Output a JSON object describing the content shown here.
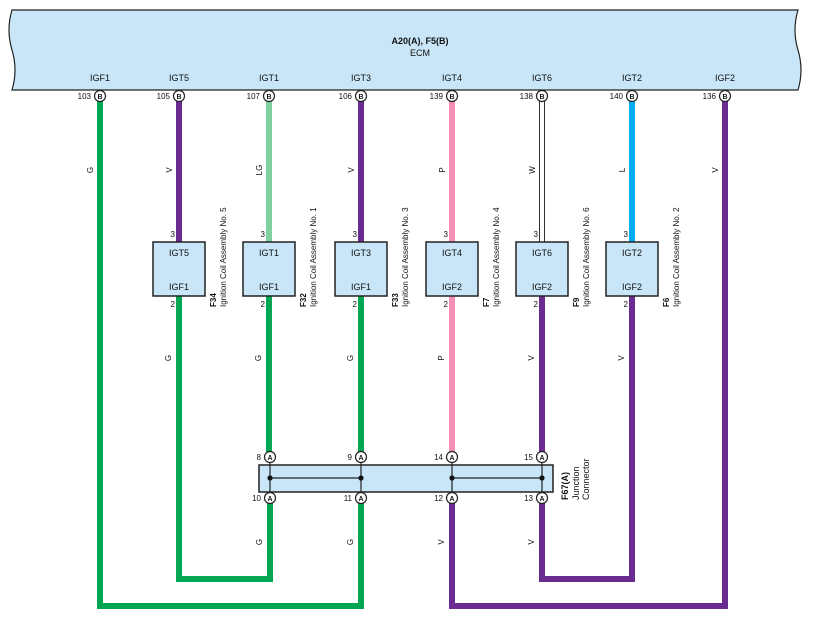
{
  "ecm": {
    "title": "A20(A), F5(B)",
    "name": "ECM"
  },
  "ecm_terminals": [
    {
      "signal": "IGF1",
      "pin": "103",
      "conn": "B",
      "wire": "G"
    },
    {
      "signal": "IGT5",
      "pin": "105",
      "conn": "B",
      "wire": "V"
    },
    {
      "signal": "IGT1",
      "pin": "107",
      "conn": "B",
      "wire": "LG"
    },
    {
      "signal": "IGT3",
      "pin": "106",
      "conn": "B",
      "wire": "V"
    },
    {
      "signal": "IGT4",
      "pin": "139",
      "conn": "B",
      "wire": "P"
    },
    {
      "signal": "IGT6",
      "pin": "138",
      "conn": "B",
      "wire": "W"
    },
    {
      "signal": "IGT2",
      "pin": "140",
      "conn": "B",
      "wire": "L"
    },
    {
      "signal": "IGF2",
      "pin": "136",
      "conn": "B",
      "wire": "V"
    }
  ],
  "coils": [
    {
      "code": "F34",
      "name": "Ignition Coil Assembly No. 5",
      "top": "IGT5",
      "bottom": "IGF1",
      "pin_top": "3",
      "pin_bottom": "2",
      "out_wire": "G"
    },
    {
      "code": "F32",
      "name": "Ignition Coil Assembly No. 1",
      "top": "IGT1",
      "bottom": "IGF1",
      "pin_top": "3",
      "pin_bottom": "2",
      "out_wire": "G"
    },
    {
      "code": "F33",
      "name": "Ignition Coil Assembly No. 3",
      "top": "IGT3",
      "bottom": "IGF1",
      "pin_top": "3",
      "pin_bottom": "2",
      "out_wire": "G"
    },
    {
      "code": "F7",
      "name": "Ignition Coil Assembly No. 4",
      "top": "IGT4",
      "bottom": "IGF2",
      "pin_top": "3",
      "pin_bottom": "2",
      "out_wire": "P"
    },
    {
      "code": "F9",
      "name": "Ignition Coil Assembly No. 6",
      "top": "IGT6",
      "bottom": "IGF2",
      "pin_top": "3",
      "pin_bottom": "2",
      "out_wire": "V"
    },
    {
      "code": "F6",
      "name": "Ignition Coil Assembly No. 2",
      "top": "IGT2",
      "bottom": "IGF2",
      "pin_top": "3",
      "pin_bottom": "2",
      "out_wire": "V"
    }
  ],
  "junction": {
    "code": "F67(A)",
    "line1": "Junction",
    "line2": "Connector",
    "conn": "A",
    "top_pins": [
      "8",
      "9",
      "14",
      "15"
    ],
    "bottom_pins": [
      "10",
      "11",
      "12",
      "13"
    ],
    "bottom_wires": [
      "G",
      "G",
      "V",
      "V"
    ]
  },
  "colors": {
    "G": "#00a651",
    "V": "#6b2c91",
    "LG": "#7fcfa0",
    "P": "#f48fb8",
    "W": "#ffffff",
    "L": "#00aeef",
    "box_fill": "#c8e6f7"
  }
}
